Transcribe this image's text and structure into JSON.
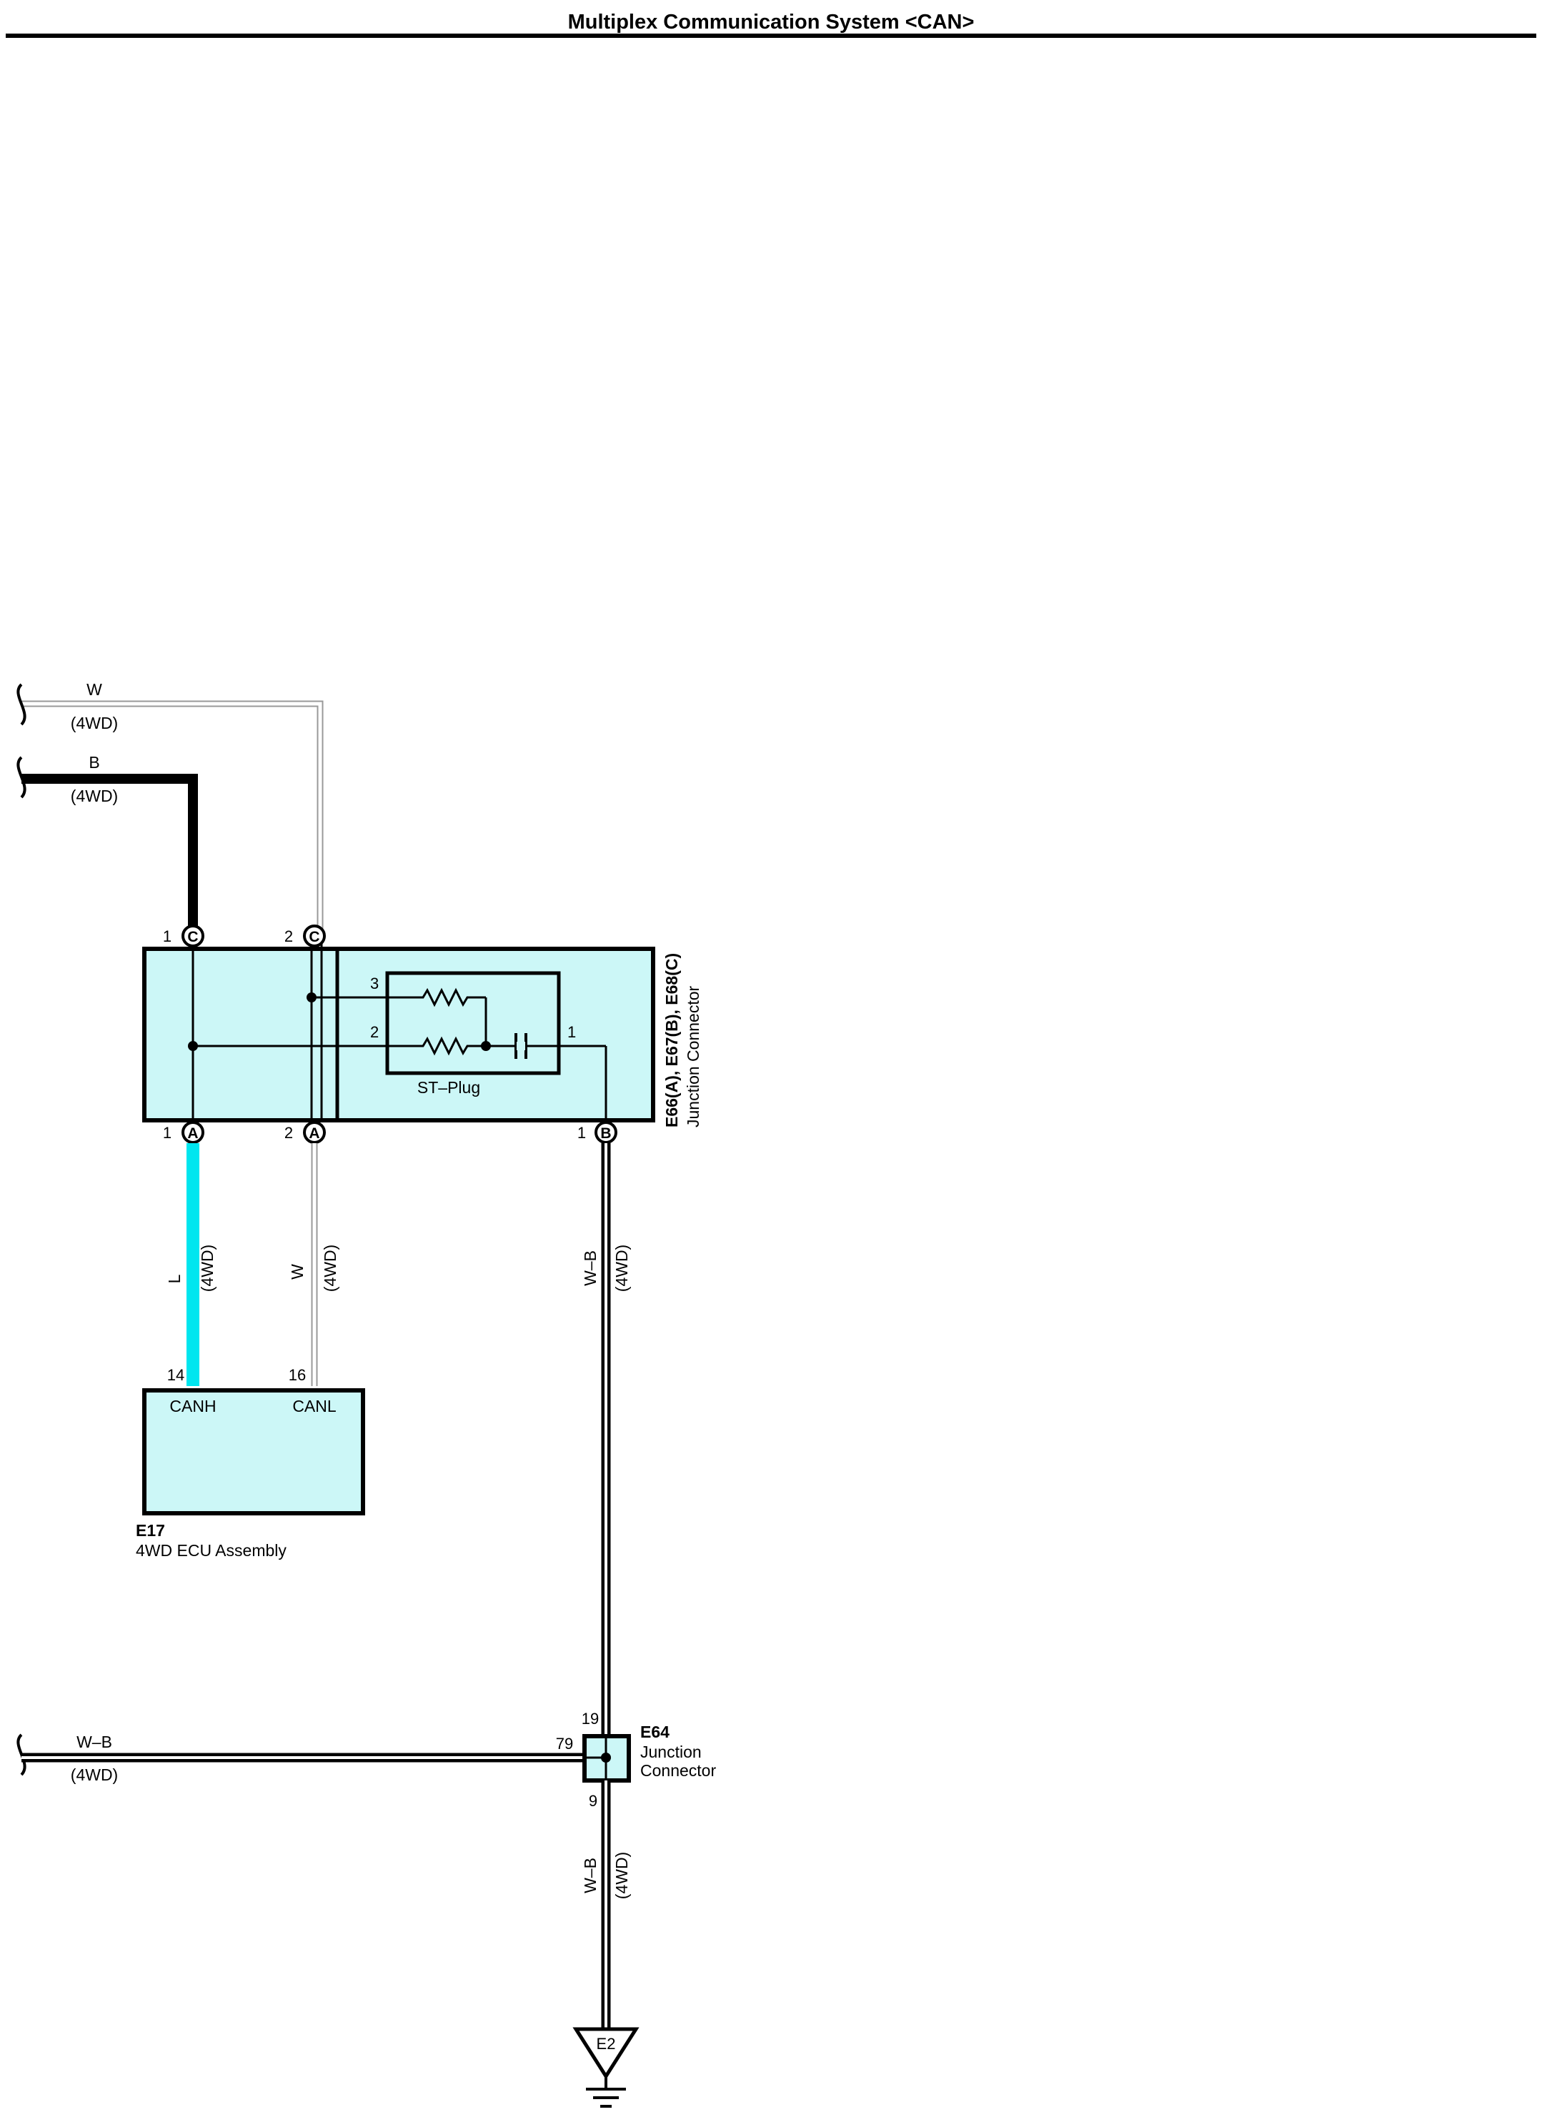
{
  "title": "Multiplex Communication System <CAN>",
  "colors": {
    "box_fill": "#ccf7f7",
    "wire_L": "#00e6ef",
    "wire_B": "#000000",
    "wire_W": "#999999",
    "line": "#000000"
  },
  "wires": {
    "w_top": {
      "color": "W",
      "option": "(4WD)"
    },
    "b_top": {
      "color": "B",
      "option": "(4WD)"
    },
    "l_down": {
      "color": "L",
      "option": "(4WD)"
    },
    "w_down": {
      "color": "W",
      "option": "(4WD)"
    },
    "wb_down": {
      "color": "W–B",
      "option": "(4WD)"
    },
    "wb_left": {
      "color": "W–B",
      "option": "(4WD)"
    },
    "wb_ground": {
      "color": "W–B",
      "option": "(4WD)"
    }
  },
  "junction_connector_top": {
    "code": "E66(A), E67(B), E68(C)",
    "name": "Junction Connector",
    "pins": {
      "c1_num": "1",
      "c1_letter": "C",
      "c2_num": "2",
      "c2_letter": "C",
      "a1_num": "1",
      "a1_letter": "A",
      "a2_num": "2",
      "a2_letter": "A",
      "b1_num": "1",
      "b1_letter": "B"
    },
    "st_plug": {
      "label": "ST–Plug",
      "pin3": "3",
      "pin2": "2",
      "pin1": "1"
    }
  },
  "ecu": {
    "code": "E17",
    "name": "4WD ECU Assembly",
    "pin_canh_num": "14",
    "pin_canh_name": "CANH",
    "pin_canl_num": "16",
    "pin_canl_name": "CANL"
  },
  "junction_e64": {
    "code": "E64",
    "name_line1": "Junction",
    "name_line2": "Connector",
    "pin_top": "19",
    "pin_left": "79",
    "pin_bottom": "9"
  },
  "ground": {
    "label": "E2"
  }
}
